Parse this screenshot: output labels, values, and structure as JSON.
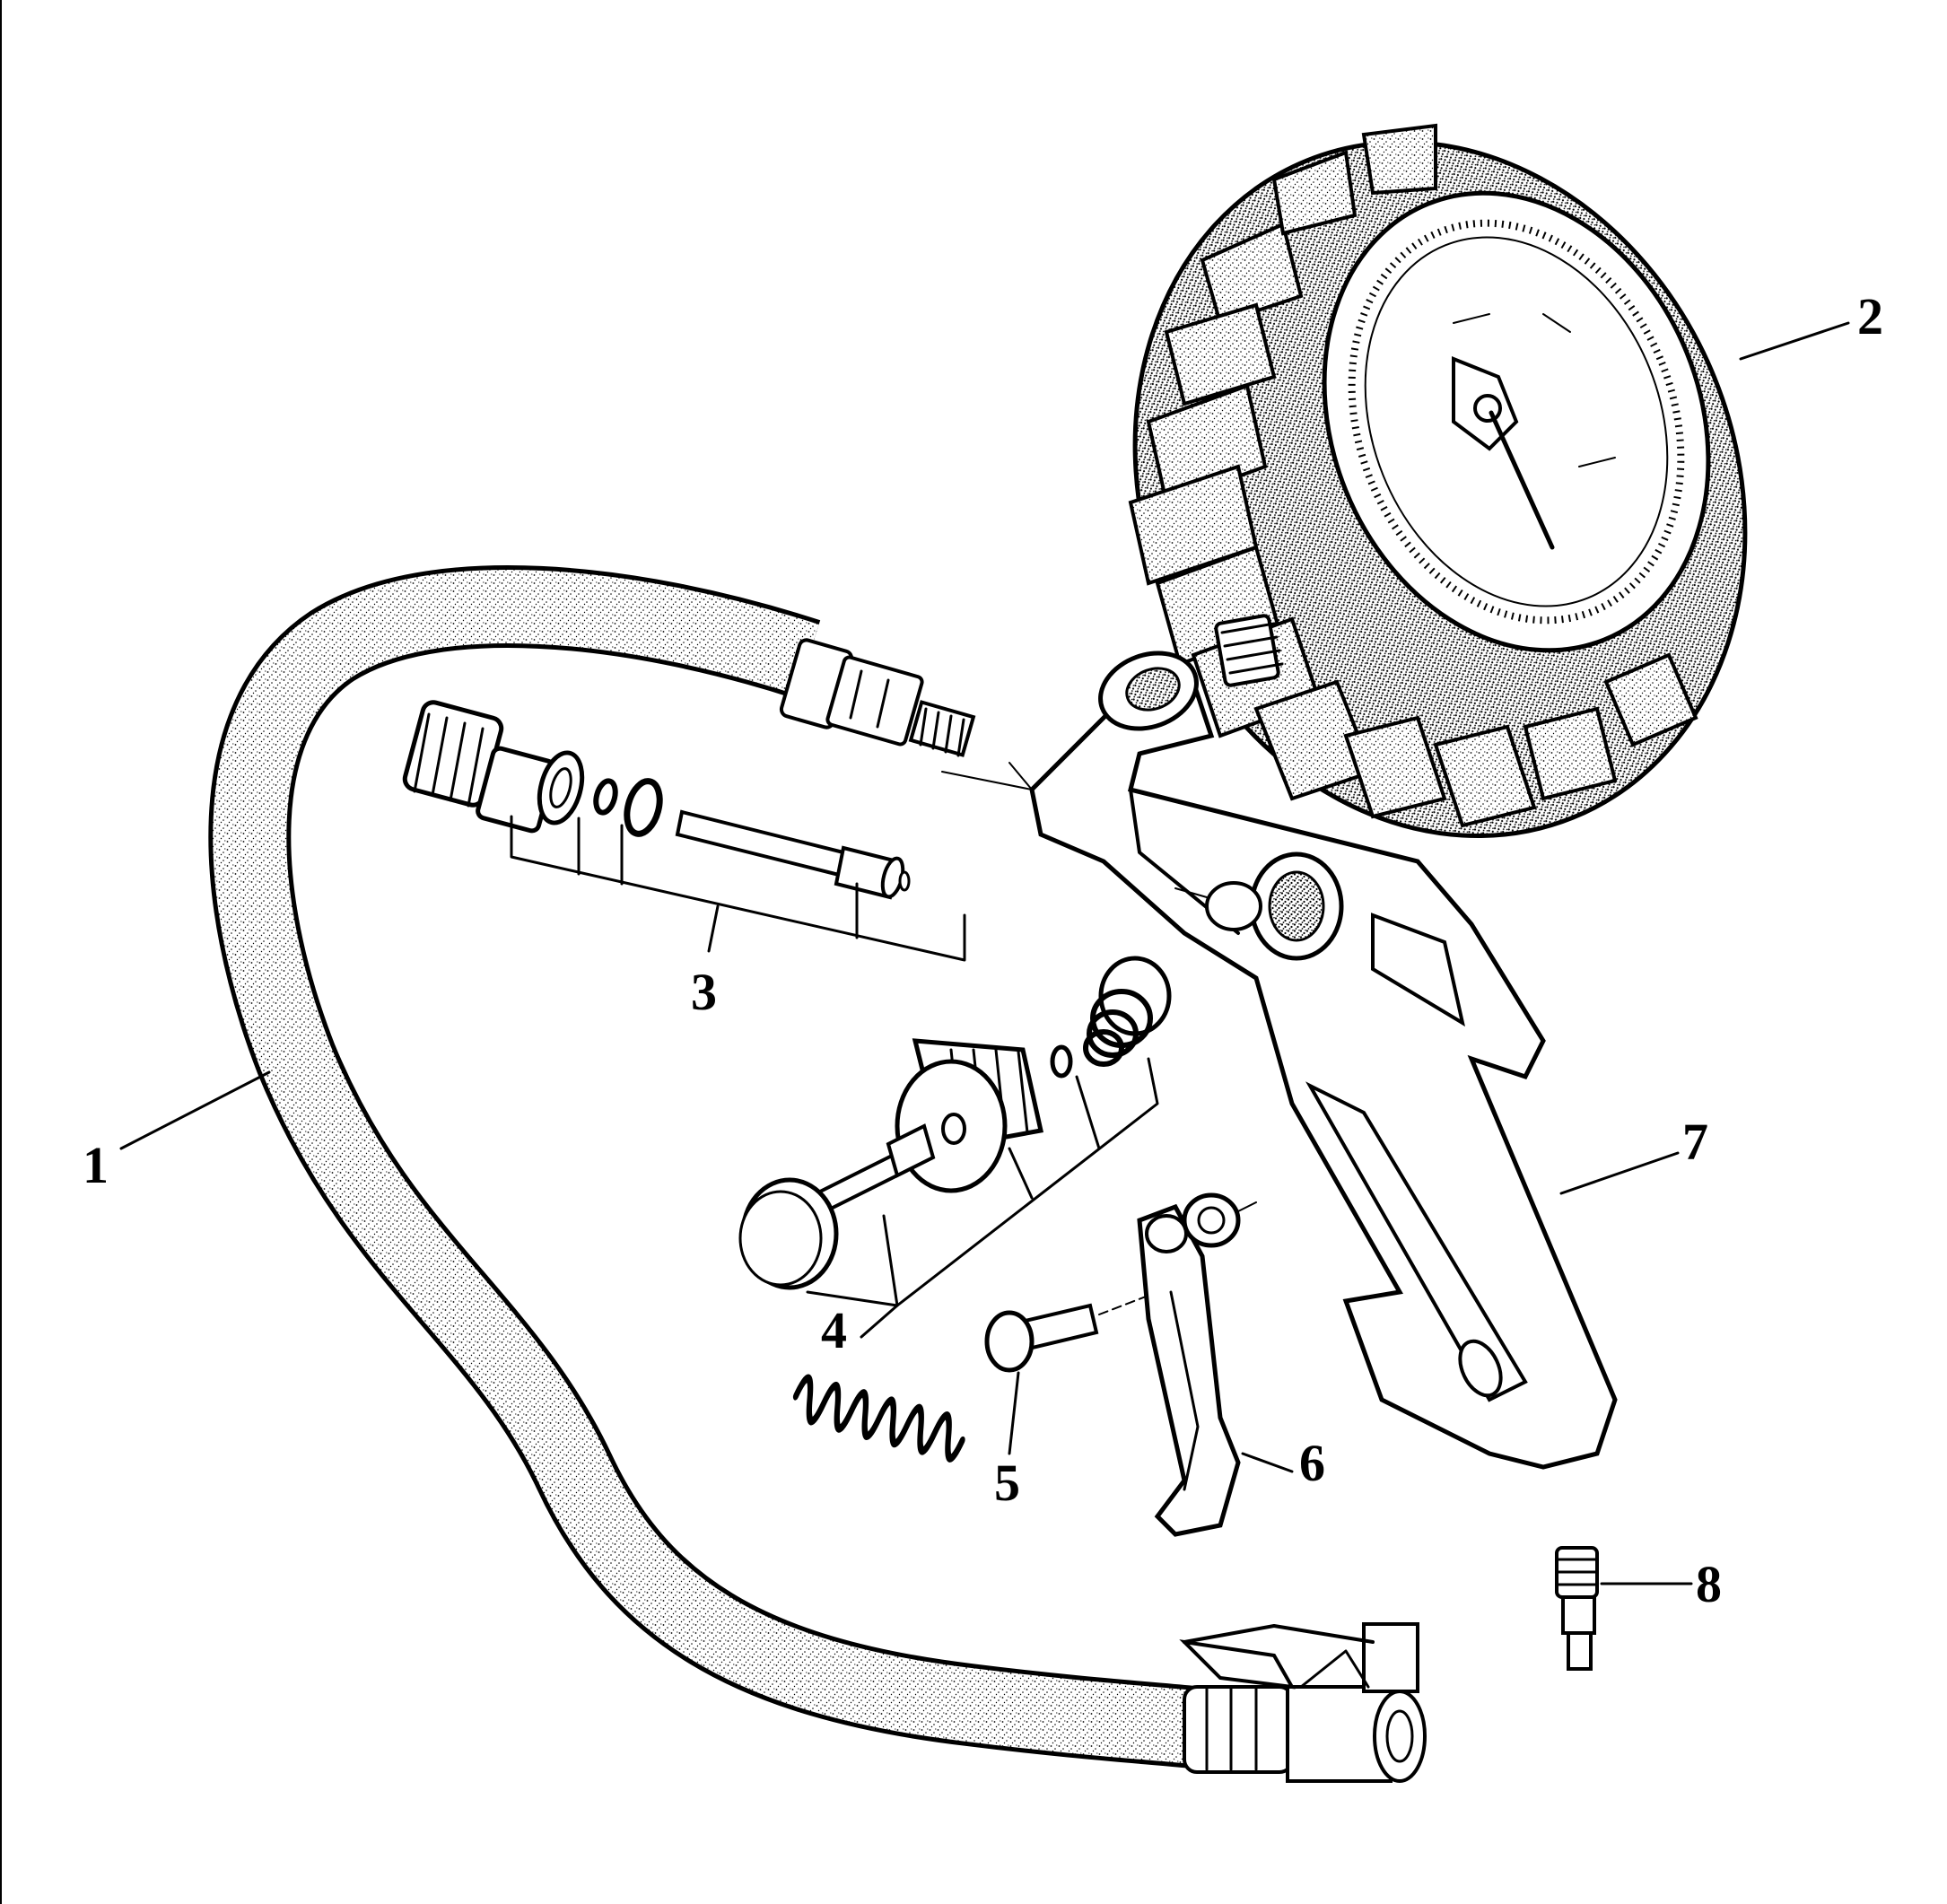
{
  "callouts": [
    {
      "id": "1",
      "label": "1"
    },
    {
      "id": "2",
      "label": "2"
    },
    {
      "id": "3",
      "label": "3"
    },
    {
      "id": "4",
      "label": "4"
    },
    {
      "id": "5",
      "label": "5"
    },
    {
      "id": "6",
      "label": "6"
    },
    {
      "id": "7",
      "label": "7"
    },
    {
      "id": "8",
      "label": "8"
    }
  ],
  "colors": {
    "ink": "#000000",
    "paper": "#ffffff",
    "stipple": "#000000"
  }
}
